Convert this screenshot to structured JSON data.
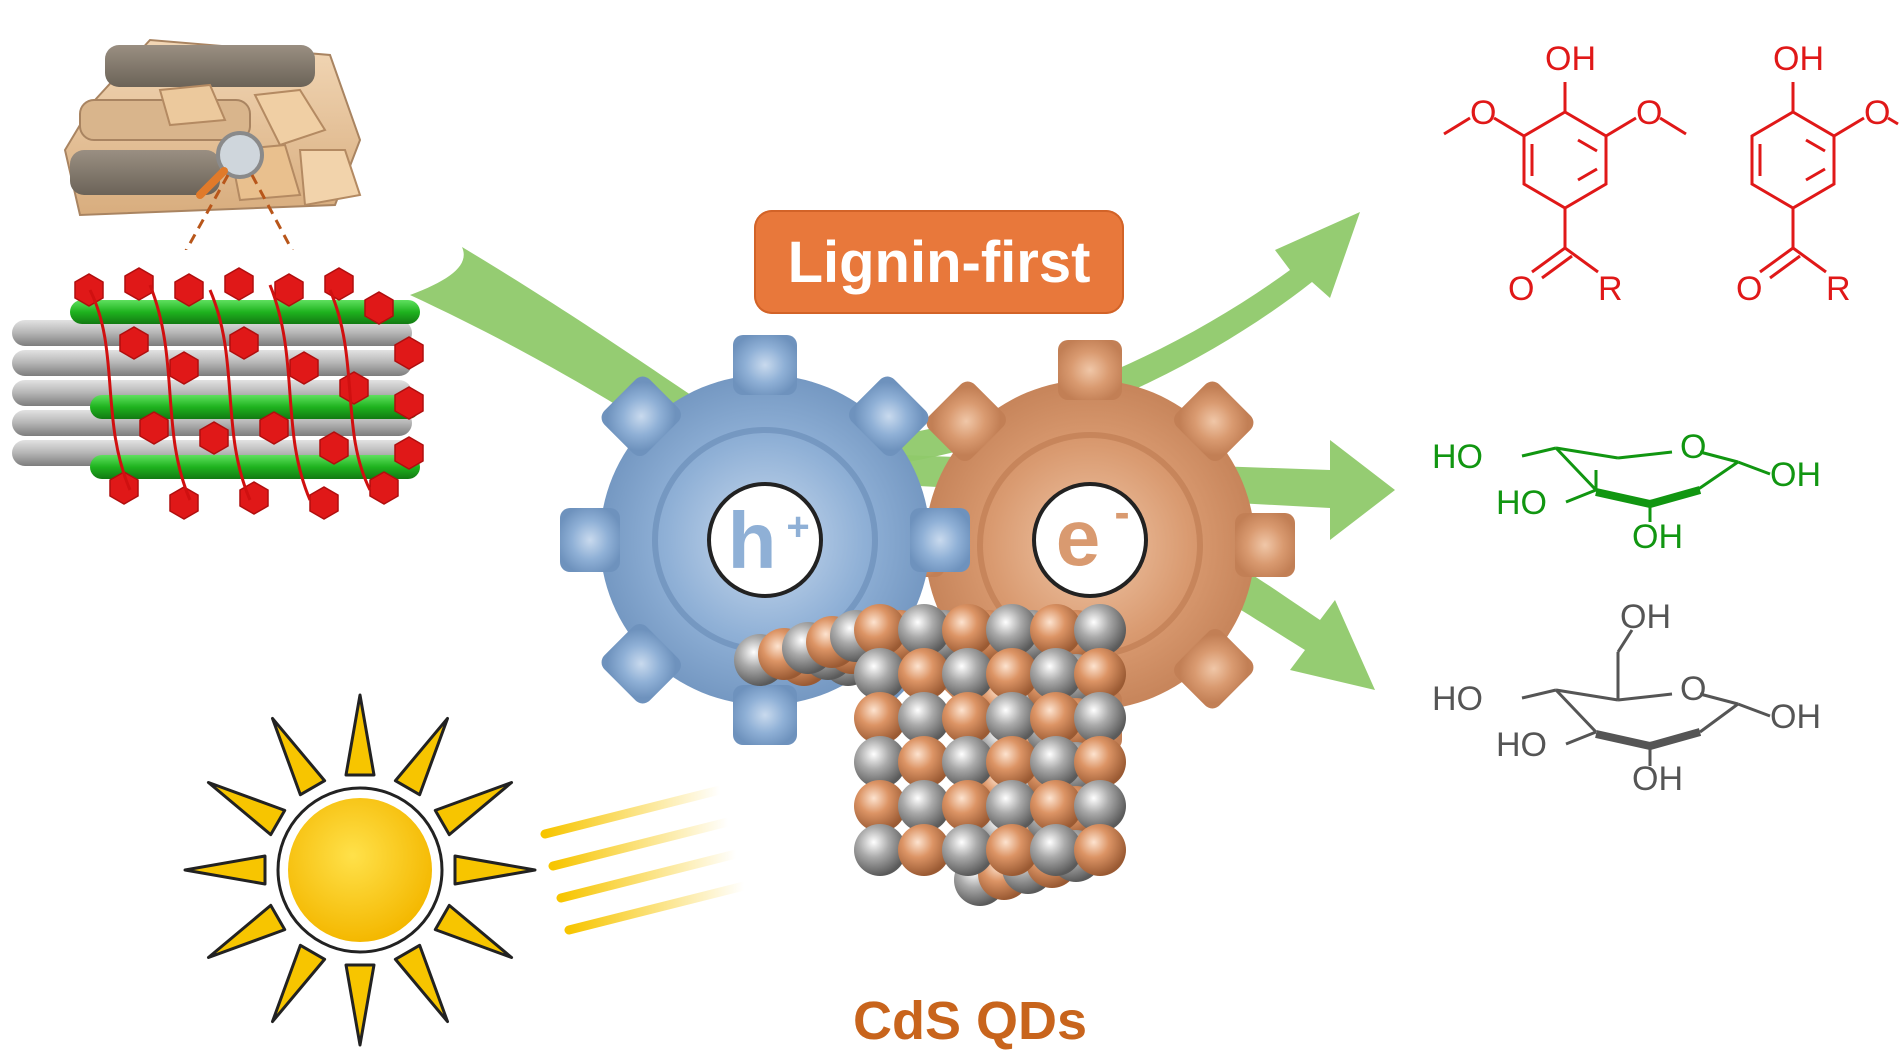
{
  "process": {
    "title": "Lignin-first"
  },
  "catalyst": {
    "label": "CdS QDs"
  },
  "carriers": {
    "hole": "h",
    "hole_sup": "+",
    "electron": "e",
    "electron_sup": "-"
  },
  "molecules": {
    "syringyl": {
      "oh": "OH",
      "o": "O",
      "r": "R"
    },
    "guaiacyl": {
      "oh": "OH",
      "o": "O",
      "r": "R"
    },
    "xylose": {
      "o": "O",
      "ho1": "HO",
      "ho2": "HO",
      "oh1": "OH",
      "oh2": "OH"
    },
    "glucose": {
      "oh_top": "OH",
      "o": "O",
      "ho1": "HO",
      "ho2": "HO",
      "oh1": "OH",
      "oh2": "OH"
    }
  },
  "colors": {
    "arrow": "#8fc96a",
    "orange_box": "#e8783b",
    "label_orange": "#c8641c",
    "gear_blue": "#8fb0d6",
    "gear_copper": "#d99a70",
    "lignin_red": "#e01818",
    "cellulose_green": "#1fb31f",
    "xylose_green": "#119611",
    "glucose_grey": "#555555",
    "sun_yellow": "#f7c500"
  }
}
